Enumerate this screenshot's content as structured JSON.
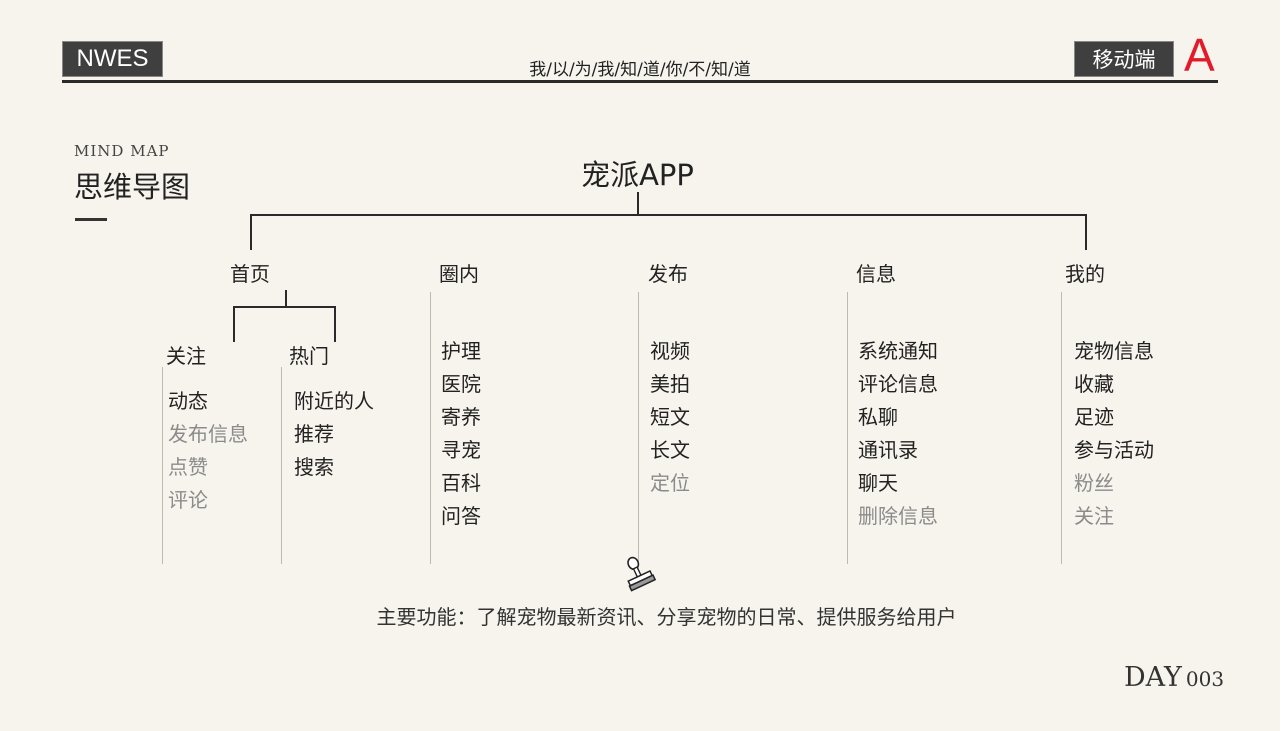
{
  "header": {
    "left_tag": "NWES",
    "slogan": "我/以/为/我/知/道/你/不/知/道",
    "right_tag": "移动端",
    "letter": "A"
  },
  "colors": {
    "background": "#f7f4ed",
    "tag_bg": "#3f3f40",
    "accent_red": "#e31a2a",
    "text": "#222222",
    "muted_text": "#8b8b8b"
  },
  "title": {
    "en": "MIND MAP",
    "cn": "思维导图"
  },
  "mindmap": {
    "root": "宠派APP",
    "categories": [
      {
        "label": "首页",
        "subcategories": [
          {
            "label": "关注",
            "items": [
              {
                "label": "动态",
                "muted": false
              },
              {
                "label": "发布信息",
                "muted": true
              },
              {
                "label": "点赞",
                "muted": true
              },
              {
                "label": "评论",
                "muted": true
              }
            ]
          },
          {
            "label": "热门",
            "items": [
              {
                "label": "附近的人",
                "muted": false
              },
              {
                "label": "推荐",
                "muted": false
              },
              {
                "label": "搜索",
                "muted": false
              }
            ]
          }
        ]
      },
      {
        "label": "圈内",
        "items": [
          {
            "label": "护理",
            "muted": false
          },
          {
            "label": "医院",
            "muted": false
          },
          {
            "label": "寄养",
            "muted": false
          },
          {
            "label": "寻宠",
            "muted": false
          },
          {
            "label": "百科",
            "muted": false
          },
          {
            "label": "问答",
            "muted": false
          }
        ]
      },
      {
        "label": "发布",
        "items": [
          {
            "label": "视频",
            "muted": false
          },
          {
            "label": "美拍",
            "muted": false
          },
          {
            "label": "短文",
            "muted": false
          },
          {
            "label": "长文",
            "muted": false
          },
          {
            "label": "定位",
            "muted": true
          }
        ]
      },
      {
        "label": "信息",
        "items": [
          {
            "label": "系统通知",
            "muted": false
          },
          {
            "label": "评论信息",
            "muted": false
          },
          {
            "label": "私聊",
            "muted": false
          },
          {
            "label": "通讯录",
            "muted": false
          },
          {
            "label": "聊天",
            "muted": false
          },
          {
            "label": "删除信息",
            "muted": true
          }
        ]
      },
      {
        "label": "我的",
        "items": [
          {
            "label": "宠物信息",
            "muted": false
          },
          {
            "label": "收藏",
            "muted": false
          },
          {
            "label": "足迹",
            "muted": false
          },
          {
            "label": "参与活动",
            "muted": false
          },
          {
            "label": "粉丝",
            "muted": true
          },
          {
            "label": "关注",
            "muted": true
          }
        ]
      }
    ]
  },
  "icons": {
    "stamp": "stamp-icon"
  },
  "summary": "主要功能：了解宠物最新资讯、分享宠物的日常、提供服务给用户",
  "footer": {
    "day_label": "DAY",
    "day_number": "003"
  }
}
